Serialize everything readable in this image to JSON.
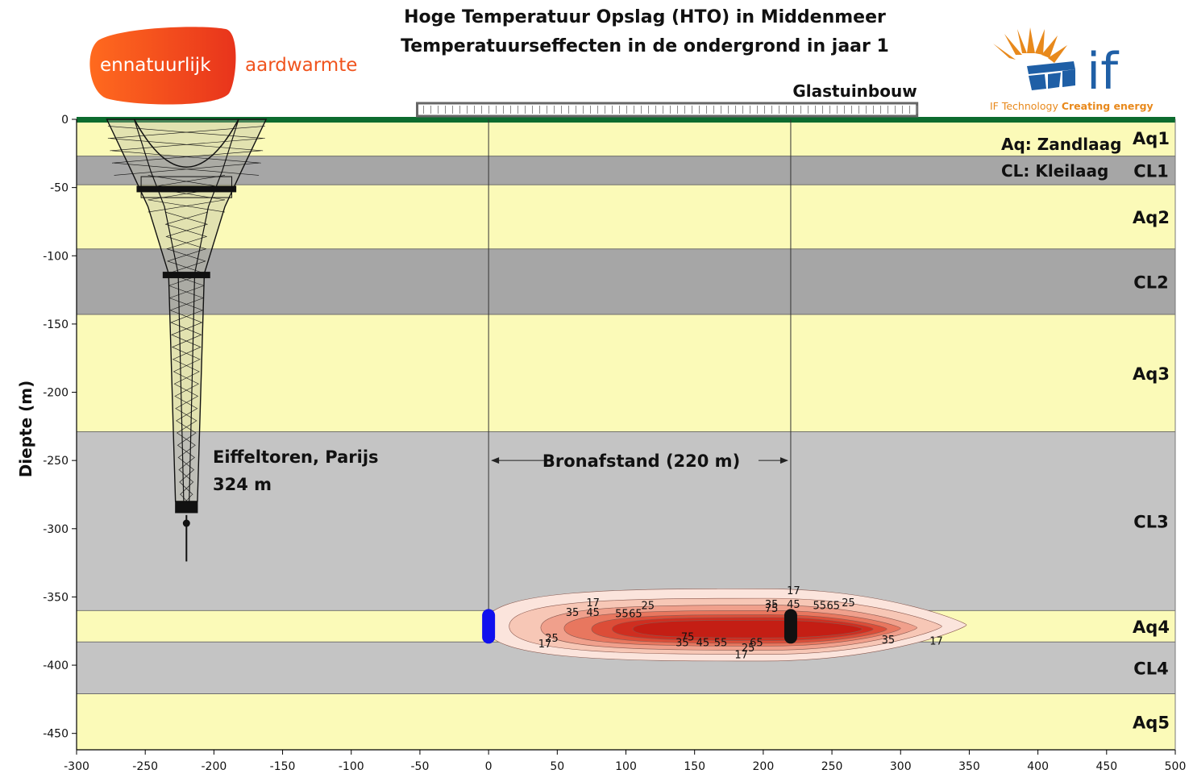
{
  "title": {
    "line1": "Hoge Temperatuur Opslag (HTO) in Middenmeer",
    "line2": "Temperatuurseffecten in de ondergrond in jaar 1"
  },
  "logos": {
    "ennatuurlijk": {
      "text_white": "ennatuurlijk",
      "text_orange": "aardwarmte",
      "color_orange": "#ff5a1f",
      "color_red": "#e8341c"
    },
    "if_technology": {
      "short": "if",
      "tagline_plain": "IF Technology ",
      "tagline_bold": "Creating energy",
      "color_blue": "#1f5fa6",
      "color_orange": "#e8891c"
    }
  },
  "chart_data": {
    "type": "contour",
    "ylabel": "Diepte (m)",
    "xlim": [
      -300,
      500
    ],
    "ylim": [
      -462,
      0
    ],
    "xticks": [
      -300,
      -250,
      -200,
      -150,
      -100,
      -50,
      0,
      50,
      100,
      150,
      200,
      250,
      300,
      350,
      400,
      450,
      500
    ],
    "yticks": [
      0,
      -50,
      -100,
      -150,
      -200,
      -250,
      -300,
      -350,
      -400,
      -450
    ],
    "layers": [
      {
        "name": "Aq1",
        "top": 0,
        "bottom": -27,
        "kind": "aquifer"
      },
      {
        "name": "CL1",
        "top": -27,
        "bottom": -48,
        "kind": "clay"
      },
      {
        "name": "Aq2",
        "top": -48,
        "bottom": -95,
        "kind": "aquifer"
      },
      {
        "name": "CL2",
        "top": -95,
        "bottom": -143,
        "kind": "clay"
      },
      {
        "name": "Aq3",
        "top": -143,
        "bottom": -229,
        "kind": "aquifer"
      },
      {
        "name": "CL3",
        "top": -229,
        "bottom": -360,
        "kind": "clay_light"
      },
      {
        "name": "Aq4",
        "top": -360,
        "bottom": -383,
        "kind": "aquifer"
      },
      {
        "name": "CL4",
        "top": -383,
        "bottom": -421,
        "kind": "clay_light"
      },
      {
        "name": "Aq5",
        "top": -421,
        "bottom": -462,
        "kind": "aquifer"
      }
    ],
    "legend": {
      "aquifer": "Aq: Zandlaag",
      "clay": "CL: Kleilaag"
    },
    "greenhouse": {
      "label": "Glastuinbouw",
      "x_from": -52,
      "x_to": 312
    },
    "wells": [
      {
        "name": "cold-well",
        "x": 0,
        "top": -360,
        "bottom": -383,
        "color": "#1010ee"
      },
      {
        "name": "warm-well",
        "x": 220,
        "top": -360,
        "bottom": -383,
        "color": "#111111"
      }
    ],
    "well_spacing": {
      "label": "Bronafstand (220 m)",
      "from": 0,
      "to": 220,
      "y": -250
    },
    "tower": {
      "label_line1": "Eiffeltoren, Parijs",
      "label_line2": "324 m",
      "x": -220,
      "height": 324
    },
    "contours": [
      {
        "level": 17,
        "x0": -3,
        "x1": 348,
        "top": -344,
        "bottom": -397,
        "skew": 200,
        "fill": "#fbe4dc"
      },
      {
        "level": 25,
        "x0": 15,
        "x1": 330,
        "top": -351,
        "bottom": -392,
        "skew": 205,
        "fill": "#f7c7b6"
      },
      {
        "level": 35,
        "x0": 38,
        "x1": 312,
        "top": -356,
        "bottom": -389,
        "skew": 205,
        "fill": "#f0a08c"
      },
      {
        "level": 45,
        "x0": 55,
        "x1": 300,
        "top": -360,
        "bottom": -386,
        "skew": 205,
        "fill": "#e8775f"
      },
      {
        "level": 55,
        "x0": 75,
        "x1": 290,
        "top": -363,
        "bottom": -384,
        "skew": 205,
        "fill": "#dc4d38"
      },
      {
        "level": 65,
        "x0": 90,
        "x1": 280,
        "top": -365,
        "bottom": -382,
        "skew": 205,
        "fill": "#cf2e20"
      },
      {
        "level": 75,
        "x0": 105,
        "x1": 272,
        "top": -367,
        "bottom": -380,
        "skew": 205,
        "fill": "#c41e14"
      }
    ],
    "contour_labels": [
      {
        "text": "17",
        "x": 76,
        "y": -354
      },
      {
        "text": "25",
        "x": 116,
        "y": -356
      },
      {
        "text": "35",
        "x": 61,
        "y": -361
      },
      {
        "text": "45",
        "x": 76,
        "y": -361
      },
      {
        "text": "55",
        "x": 97,
        "y": -362
      },
      {
        "text": "65",
        "x": 107,
        "y": -362
      },
      {
        "text": "17",
        "x": 222,
        "y": -345
      },
      {
        "text": "35",
        "x": 206,
        "y": -355
      },
      {
        "text": "45",
        "x": 222,
        "y": -355
      },
      {
        "text": "75",
        "x": 206,
        "y": -358
      },
      {
        "text": "55",
        "x": 241,
        "y": -356
      },
      {
        "text": "65",
        "x": 251,
        "y": -356
      },
      {
        "text": "25",
        "x": 262,
        "y": -354
      },
      {
        "text": "25",
        "x": 46,
        "y": -380
      },
      {
        "text": "17",
        "x": 41,
        "y": -384
      },
      {
        "text": "75",
        "x": 145,
        "y": -379
      },
      {
        "text": "35",
        "x": 141,
        "y": -383
      },
      {
        "text": "45",
        "x": 156,
        "y": -383
      },
      {
        "text": "55",
        "x": 169,
        "y": -383
      },
      {
        "text": "65",
        "x": 195,
        "y": -383
      },
      {
        "text": "25",
        "x": 189,
        "y": -387
      },
      {
        "text": "17",
        "x": 184,
        "y": -392
      },
      {
        "text": "35",
        "x": 291,
        "y": -381
      },
      {
        "text": "17",
        "x": 326,
        "y": -382
      }
    ]
  }
}
